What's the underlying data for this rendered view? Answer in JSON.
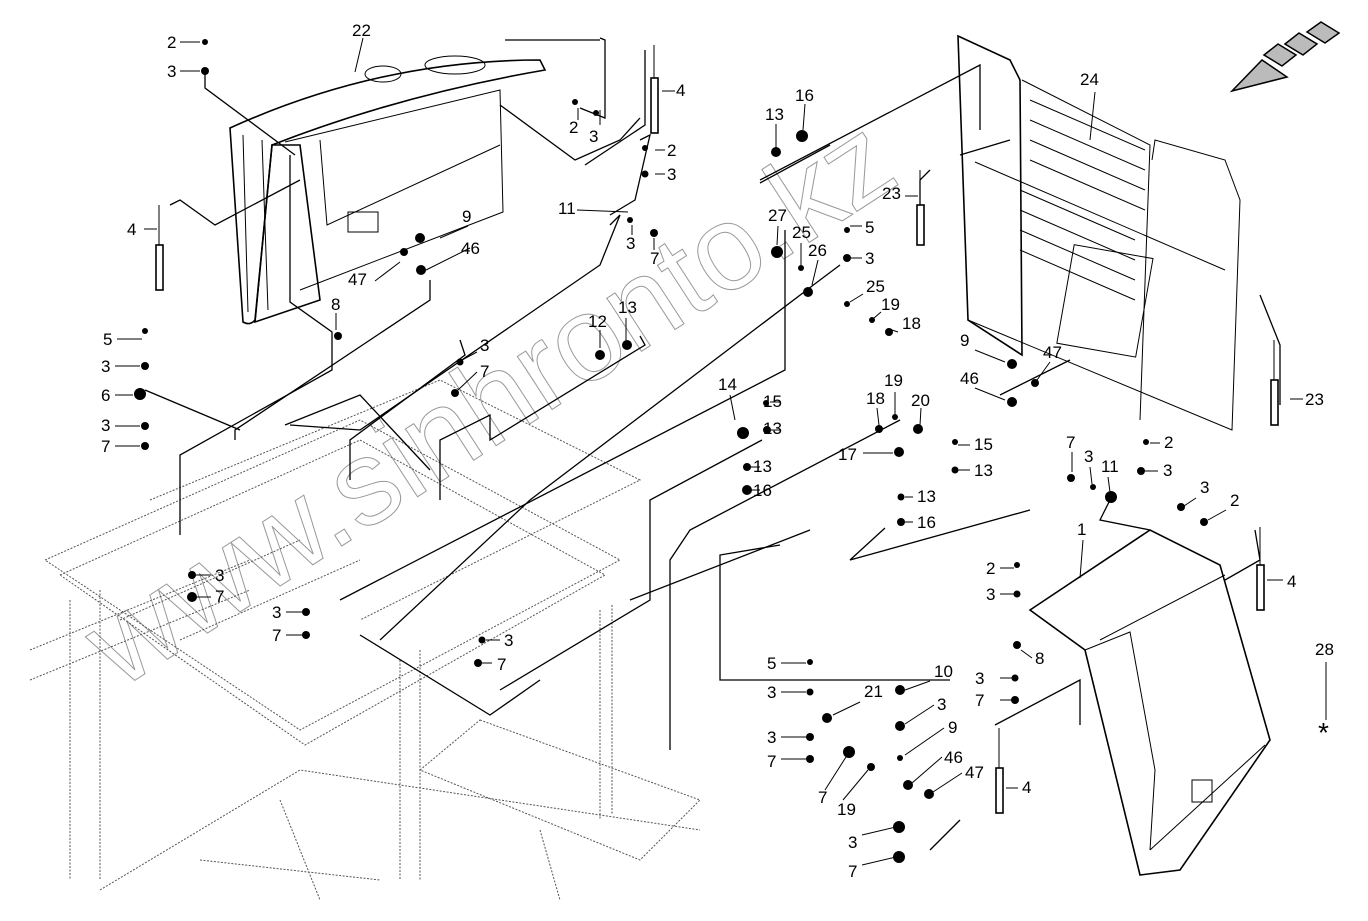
{
  "diagram": {
    "type": "exploded parts diagram",
    "watermark": "www.sinhronto.kz",
    "direction_indicator": "arrow-down-left",
    "star_symbol": "*",
    "callouts": [
      {
        "id": "c1",
        "label": "22"
      },
      {
        "id": "c2",
        "label": "2"
      },
      {
        "id": "c3",
        "label": "3"
      },
      {
        "id": "c4",
        "label": "4"
      },
      {
        "id": "c5",
        "label": "2"
      },
      {
        "id": "c6",
        "label": "3"
      },
      {
        "id": "c7",
        "label": "2"
      },
      {
        "id": "c8",
        "label": "3"
      },
      {
        "id": "c9",
        "label": "11"
      },
      {
        "id": "c10",
        "label": "3"
      },
      {
        "id": "c11",
        "label": "7"
      },
      {
        "id": "c12",
        "label": "4"
      },
      {
        "id": "c13",
        "label": "9"
      },
      {
        "id": "c14",
        "label": "46"
      },
      {
        "id": "c15",
        "label": "47"
      },
      {
        "id": "c16",
        "label": "8"
      },
      {
        "id": "c17",
        "label": "5"
      },
      {
        "id": "c18",
        "label": "3"
      },
      {
        "id": "c19",
        "label": "6"
      },
      {
        "id": "c20",
        "label": "3"
      },
      {
        "id": "c21",
        "label": "7"
      },
      {
        "id": "c22",
        "label": "3"
      },
      {
        "id": "c23",
        "label": "7"
      },
      {
        "id": "c24",
        "label": "12"
      },
      {
        "id": "c25",
        "label": "13"
      },
      {
        "id": "c26",
        "label": "13"
      },
      {
        "id": "c27",
        "label": "16"
      },
      {
        "id": "c28",
        "label": "27"
      },
      {
        "id": "c29",
        "label": "25"
      },
      {
        "id": "c30",
        "label": "26"
      },
      {
        "id": "c31",
        "label": "5"
      },
      {
        "id": "c32",
        "label": "3"
      },
      {
        "id": "c33",
        "label": "25"
      },
      {
        "id": "c34",
        "label": "19"
      },
      {
        "id": "c35",
        "label": "18"
      },
      {
        "id": "c36",
        "label": "24"
      },
      {
        "id": "c37",
        "label": "23"
      },
      {
        "id": "c38",
        "label": "23"
      },
      {
        "id": "c39",
        "label": "9"
      },
      {
        "id": "c40",
        "label": "47"
      },
      {
        "id": "c41",
        "label": "46"
      },
      {
        "id": "c42",
        "label": "14"
      },
      {
        "id": "c43",
        "label": "15"
      },
      {
        "id": "c44",
        "label": "13"
      },
      {
        "id": "c45",
        "label": "13"
      },
      {
        "id": "c46",
        "label": "16"
      },
      {
        "id": "c47",
        "label": "18"
      },
      {
        "id": "c48",
        "label": "19"
      },
      {
        "id": "c49",
        "label": "20"
      },
      {
        "id": "c50",
        "label": "17"
      },
      {
        "id": "c51",
        "label": "15"
      },
      {
        "id": "c52",
        "label": "13"
      },
      {
        "id": "c53",
        "label": "13"
      },
      {
        "id": "c54",
        "label": "16"
      },
      {
        "id": "c55",
        "label": "7"
      },
      {
        "id": "c56",
        "label": "3"
      },
      {
        "id": "c57",
        "label": "11"
      },
      {
        "id": "c58",
        "label": "2"
      },
      {
        "id": "c59",
        "label": "3"
      },
      {
        "id": "c60",
        "label": "3"
      },
      {
        "id": "c61",
        "label": "2"
      },
      {
        "id": "c62",
        "label": "1"
      },
      {
        "id": "c63",
        "label": "4"
      },
      {
        "id": "c64",
        "label": "2"
      },
      {
        "id": "c65",
        "label": "3"
      },
      {
        "id": "c66",
        "label": "8"
      },
      {
        "id": "c67",
        "label": "3"
      },
      {
        "id": "c68",
        "label": "7"
      },
      {
        "id": "c69",
        "label": "28"
      },
      {
        "id": "c70",
        "label": "3"
      },
      {
        "id": "c71",
        "label": "7"
      },
      {
        "id": "c72",
        "label": "3"
      },
      {
        "id": "c73",
        "label": "7"
      },
      {
        "id": "c74",
        "label": "3"
      },
      {
        "id": "c75",
        "label": "7"
      },
      {
        "id": "c76",
        "label": "5"
      },
      {
        "id": "c77",
        "label": "3"
      },
      {
        "id": "c78",
        "label": "21"
      },
      {
        "id": "c79",
        "label": "3"
      },
      {
        "id": "c80",
        "label": "7"
      },
      {
        "id": "c81",
        "label": "10"
      },
      {
        "id": "c82",
        "label": "3"
      },
      {
        "id": "c83",
        "label": "9"
      },
      {
        "id": "c84",
        "label": "46"
      },
      {
        "id": "c85",
        "label": "47"
      },
      {
        "id": "c86",
        "label": "7"
      },
      {
        "id": "c87",
        "label": "19"
      },
      {
        "id": "c88",
        "label": "3"
      },
      {
        "id": "c89",
        "label": "7"
      },
      {
        "id": "c90",
        "label": "4"
      }
    ]
  }
}
